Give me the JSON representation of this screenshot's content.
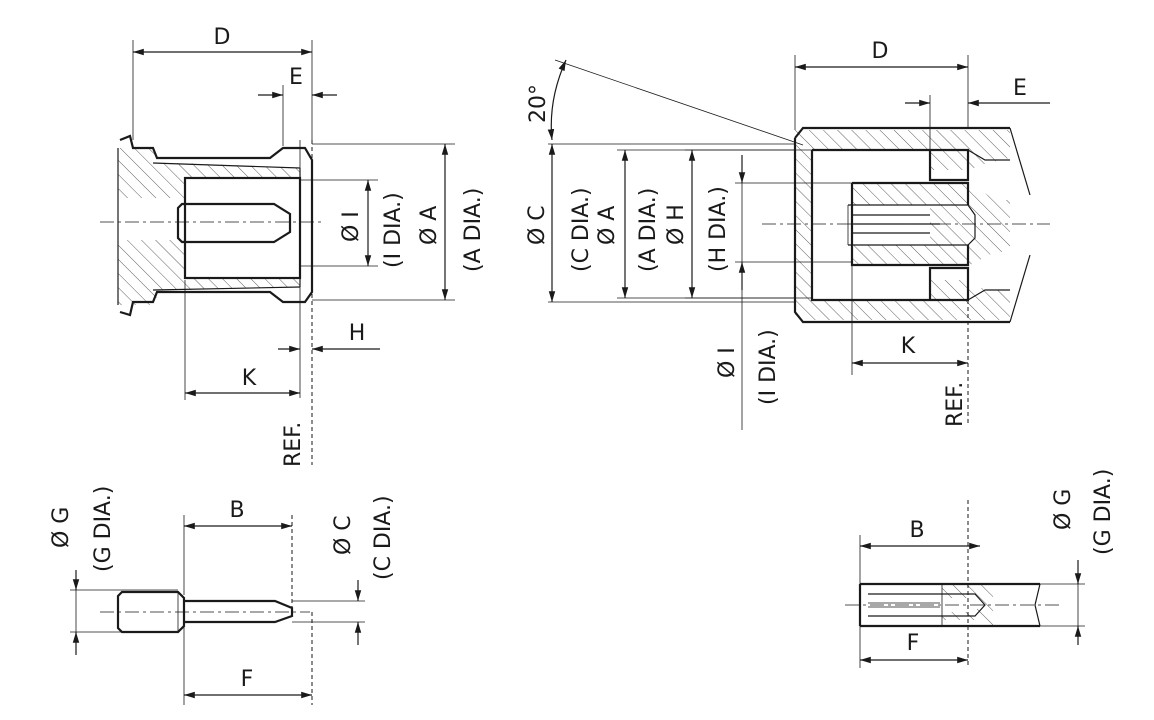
{
  "labels": {
    "D": "D",
    "E": "E",
    "H": "H",
    "K": "K",
    "A": "A",
    "B": "B",
    "C": "C",
    "F": "F",
    "G": "G",
    "I": "I",
    "ref": "REF.",
    "angle": "20°",
    "dia_i": "Ø I",
    "dia_i_note": "(I DIA.)",
    "dia_a": "Ø A",
    "dia_a_note": "(A DIA.)",
    "dia_c": "Ø C",
    "dia_c_note": "(C DIA.)",
    "dia_h": "Ø H",
    "dia_h_note": "(H DIA.)",
    "dia_g": "Ø G",
    "dia_g_note": "(G DIA.)"
  },
  "colors": {
    "ink": "#1a1a1a",
    "background": "#ffffff"
  }
}
